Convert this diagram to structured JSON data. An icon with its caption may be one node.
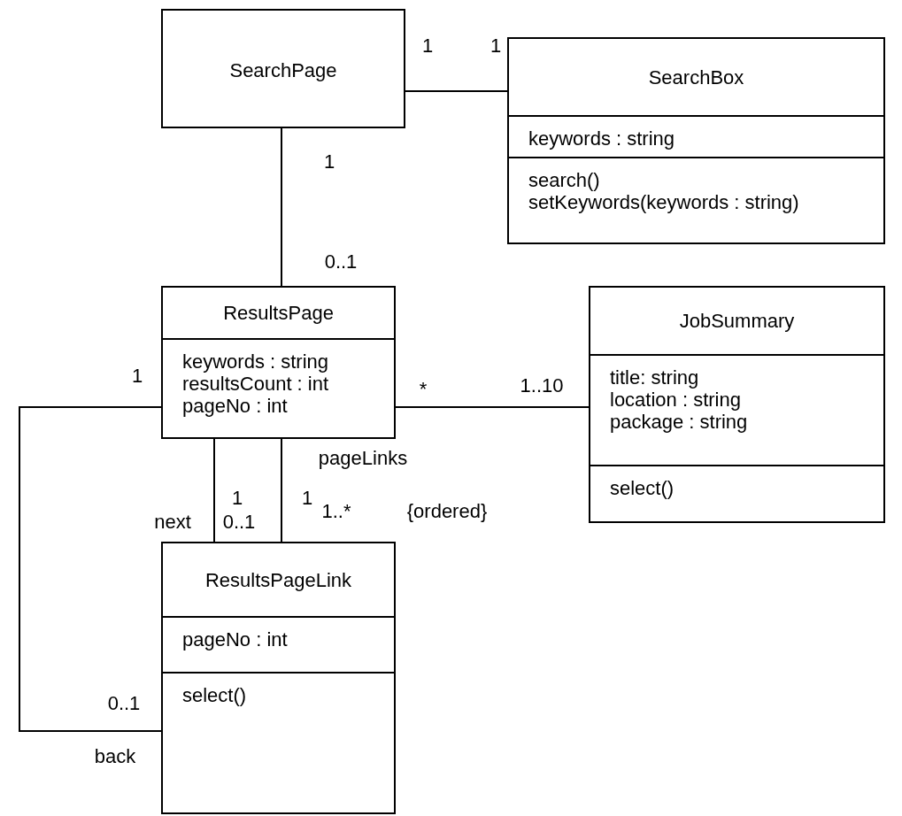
{
  "diagram": {
    "nodes": [
      {
        "text": [
          "SearchPage"
        ]
      },
      {
        "text": [
          "SearchBox",
          "keywords : string",
          "search()",
          "setKeywords(keywords : string)"
        ]
      },
      {
        "text": [
          "ResultsPage",
          "keywords : string",
          "resultsCount : int",
          "pageNo : int"
        ]
      },
      {
        "text": [
          "JobSummary",
          "title: string",
          "location : string",
          "package : string",
          "select()"
        ]
      },
      {
        "text": [
          "ResultsPageLink",
          "pageNo : int",
          "select()"
        ]
      }
    ],
    "edges": [
      {
        "from": 0,
        "to": 1,
        "arrow": "none"
      },
      {
        "from": 0,
        "to": 2,
        "arrow": "none"
      },
      {
        "from": 2,
        "to": 3,
        "arrow": "none"
      },
      {
        "from": 2,
        "to": 4,
        "arrow": "none"
      },
      {
        "from": 2,
        "to": 4,
        "arrow": "none"
      },
      {
        "from": 2,
        "to": 4,
        "arrow": "none"
      }
    ],
    "labels": [
      "1",
      "1",
      "1",
      "0..1",
      "1",
      "*",
      "1..10",
      "pageLinks",
      "1",
      "1",
      "next",
      "0..1",
      "1..*",
      "{ordered}",
      "0..1",
      "back"
    ]
  }
}
